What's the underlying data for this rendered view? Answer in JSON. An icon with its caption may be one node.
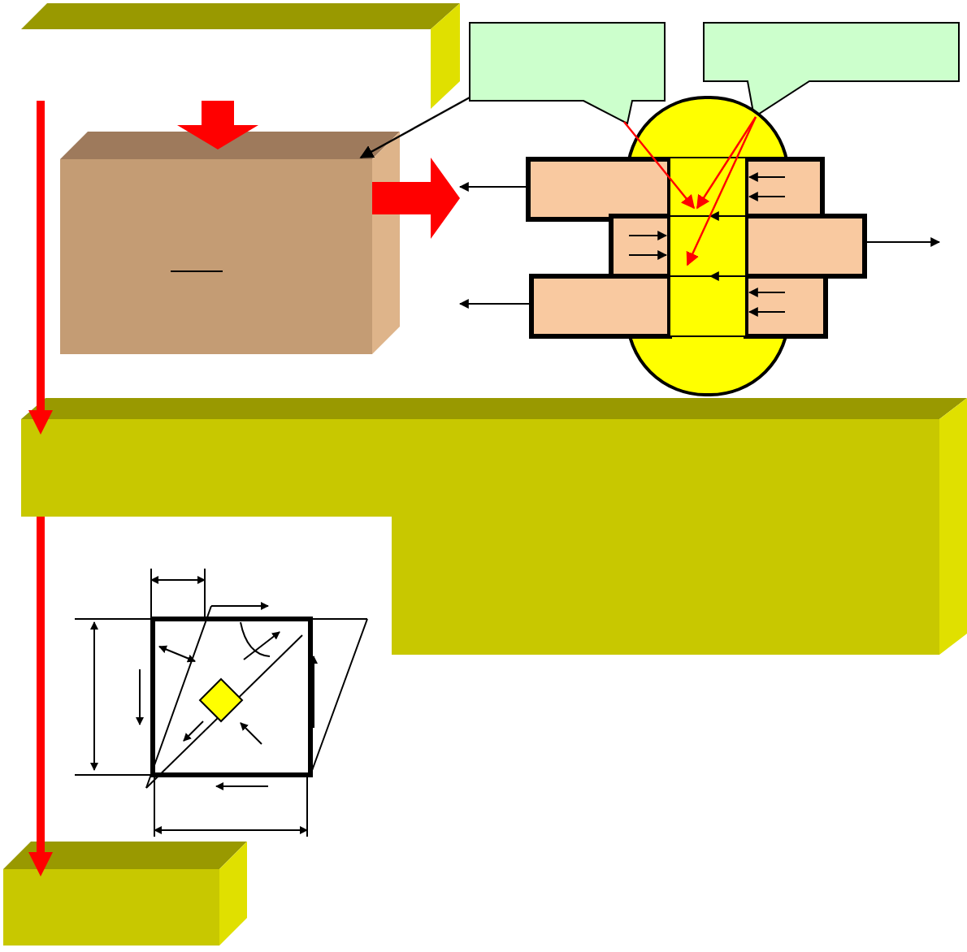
{
  "diagram": {
    "nodes": [
      {
        "text": [],
        "shape": "box"
      },
      {
        "text": [],
        "shape": "box"
      },
      {
        "text": [],
        "shape": "callout"
      },
      {
        "text": [],
        "shape": "callout"
      },
      {
        "text": [],
        "shape": "picture"
      },
      {
        "text": [],
        "shape": "box"
      },
      {
        "text": [],
        "shape": "box"
      }
    ],
    "edges": [
      {
        "from": 0,
        "to": 5,
        "arrow": "to",
        "style": "thick"
      },
      {
        "from": 5,
        "to": 6,
        "arrow": "to",
        "style": "thick"
      },
      {
        "from": 2,
        "to": 1,
        "arrow": "to",
        "color": "#000000"
      },
      {
        "from": 2,
        "to": 4,
        "arrow": "to"
      },
      {
        "from": 3,
        "to": 4,
        "arrow": "to"
      },
      {
        "from": 3,
        "to": 4,
        "arrow": "to"
      },
      {
        "from": null,
        "to": 1,
        "arrow": "to",
        "style": "thick"
      },
      {
        "from": 1,
        "to": 4,
        "arrow": "to",
        "style": "thick"
      }
    ]
  }
}
